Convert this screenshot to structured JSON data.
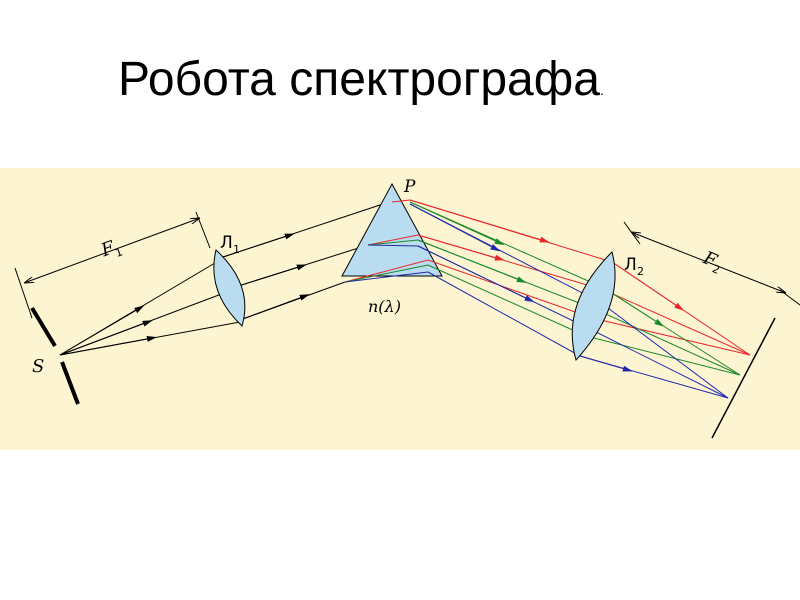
{
  "slide": {
    "title": "Робота спектрографа",
    "title_dot": "."
  },
  "diagram": {
    "source_label": "S",
    "prism_label": "P",
    "index_label": "n(λ)",
    "lens1_label": "Л",
    "lens1_sub": "1",
    "lens2_label": "Л",
    "lens2_sub": "2",
    "focal1_label": "F",
    "focal1_sub": "1",
    "focal2_label": "F",
    "focal2_sub": "2",
    "colors": {
      "panel": "#fdf5d2",
      "glass": "#b9dcf0",
      "red": "#e8262a",
      "green": "#1a8a2a",
      "blue": "#1f2aa8",
      "ray": "#000000"
    }
  }
}
